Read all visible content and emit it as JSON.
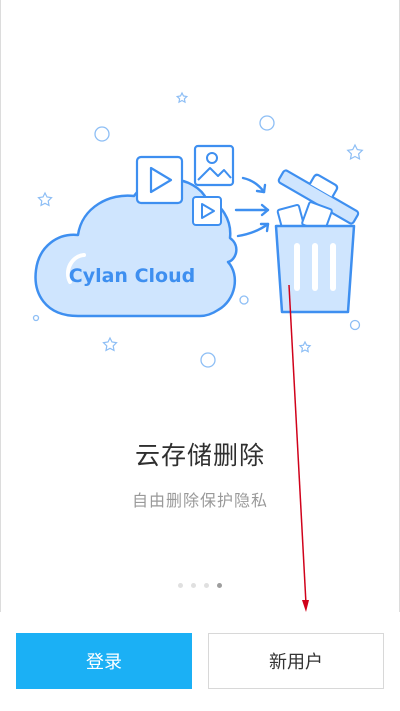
{
  "illustration": {
    "cloud_brand": "Cylan Cloud"
  },
  "page": {
    "title": "云存储删除",
    "subtitle": "自由删除保护隐私"
  },
  "pager": {
    "total": 4,
    "active_index": 3
  },
  "buttons": {
    "login_label": "登录",
    "new_user_label": "新用户"
  },
  "colors": {
    "accent": "#1bb0f5",
    "illustration_blue": "#3e8ff0",
    "illustration_fill": "#d6e9ff",
    "annotation_arrow": "#d0021b"
  }
}
